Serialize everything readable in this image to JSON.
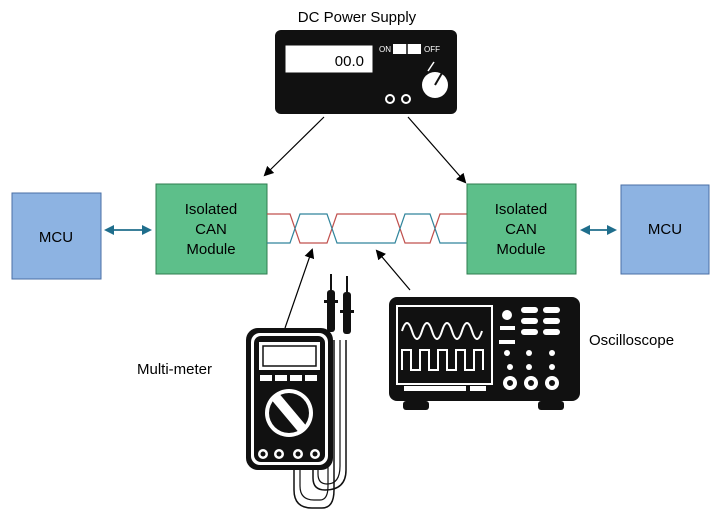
{
  "power_supply": {
    "title": "DC Power Supply",
    "display_value": "00.0",
    "switch_on_label": "ON",
    "switch_off_label": "OFF"
  },
  "left_mcu": {
    "label": "MCU"
  },
  "right_mcu": {
    "label": "MCU"
  },
  "left_can_module": {
    "line1": "Isolated",
    "line2": "CAN",
    "line3": "Module"
  },
  "right_can_module": {
    "line1": "Isolated",
    "line2": "CAN",
    "line3": "Module"
  },
  "multimeter": {
    "label": "Multi-meter"
  },
  "oscilloscope": {
    "label": "Oscilloscope"
  },
  "colors": {
    "mcu_fill": "#8db3e2",
    "can_module_fill": "#5dbf8a",
    "bus_red": "#c0504d",
    "bus_blue": "#31859c",
    "connector_teal": "#1f6e8c",
    "instrument_dark": "#111111"
  }
}
